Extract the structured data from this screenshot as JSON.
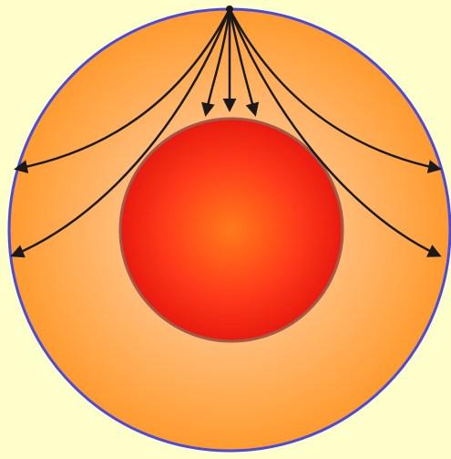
{
  "diagram": {
    "colors": {
      "background": "#ffffcc",
      "mantle_center": "#ffe1c8",
      "mantle_mid": "#ffb870",
      "mantle_edge": "#ff9a2e",
      "mantle_outline": "#4a4adf",
      "core_center": "#ff7a1a",
      "core_mid": "#ff3a1a",
      "core_edge": "#e81a0e",
      "core_outline": "#a05a4a",
      "ray": "#1a1a1a"
    },
    "elements": {
      "mantle": "outer-layer",
      "core": "inner-core",
      "source": "source-point",
      "rays": "ray-paths"
    }
  }
}
